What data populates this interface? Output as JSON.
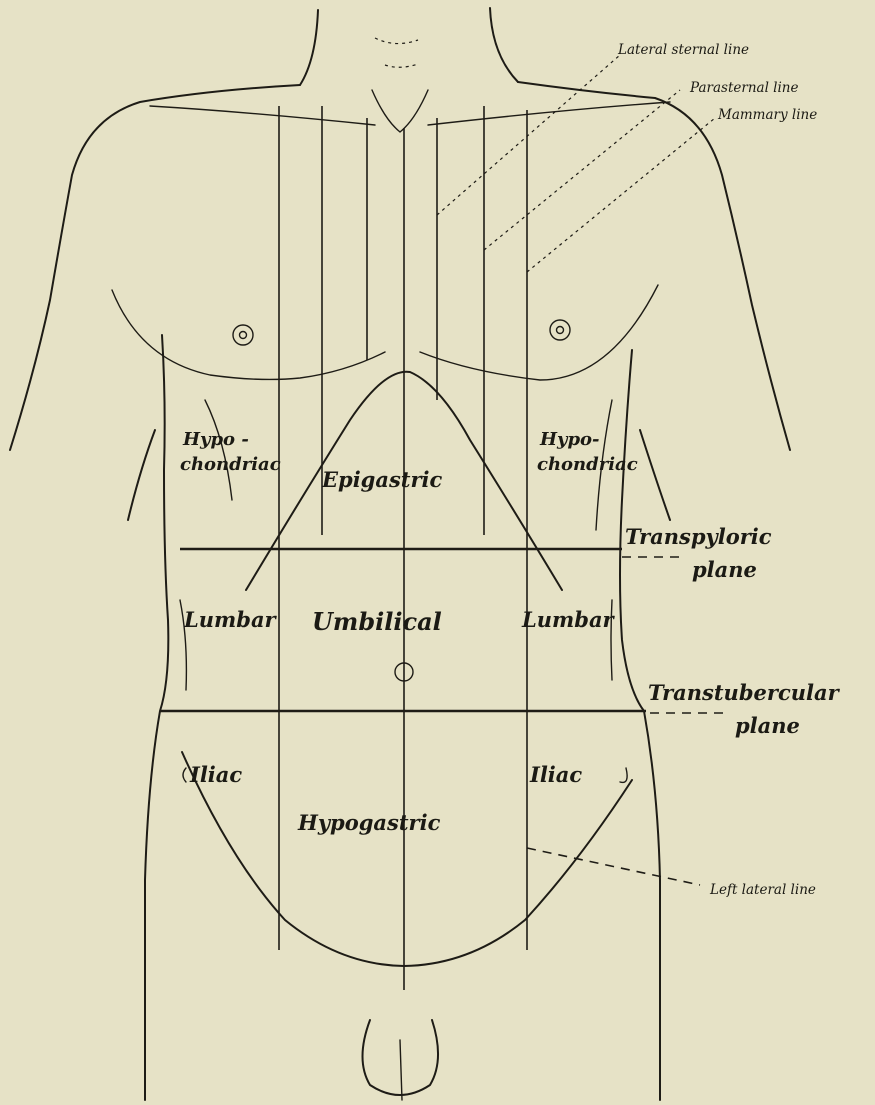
{
  "regions": {
    "hypochondriac_right": [
      "Hypo -",
      "chondriac"
    ],
    "hypochondriac_left": [
      "Hypo-",
      "chondriac"
    ],
    "epigastric": "Epigastric",
    "lumbar_right": "Lumbar",
    "umbilical": "Umbilical",
    "lumbar_left": "Lumbar",
    "iliac_right": "Iliac",
    "hypogastric": "Hypogastric",
    "iliac_left": "Iliac"
  },
  "planes": {
    "transpyloric": [
      "Transpyloric",
      "plane"
    ],
    "transtubercular": [
      "Transtubercular",
      "plane"
    ]
  },
  "reference_lines": {
    "lateral_sternal": "Lateral sternal line",
    "parasternal": "Parasternal line",
    "mammary": "Mammary line",
    "left_lateral": "Left lateral line"
  },
  "colors": {
    "paper": "#e6e2c6",
    "ink": "#1e1c16"
  }
}
